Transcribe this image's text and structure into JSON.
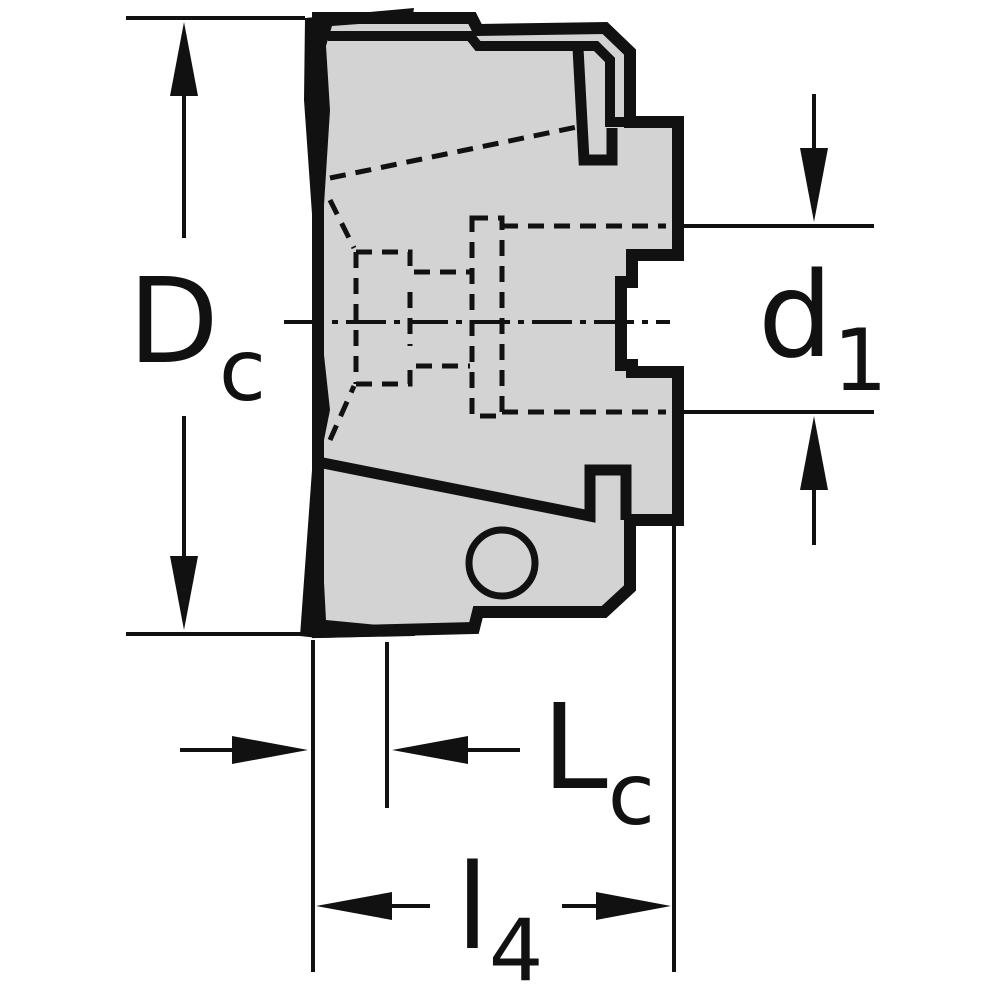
{
  "labels": {
    "dc": {
      "main": "D",
      "sub": "c"
    },
    "d1": {
      "main": "d",
      "sub": "1"
    },
    "lc": {
      "main": "L",
      "sub": "c"
    },
    "l4": {
      "main": "l",
      "sub": "4"
    }
  },
  "colors": {
    "line": "#111111",
    "body_fill": "#d3d3d3",
    "background": "#ffffff"
  }
}
